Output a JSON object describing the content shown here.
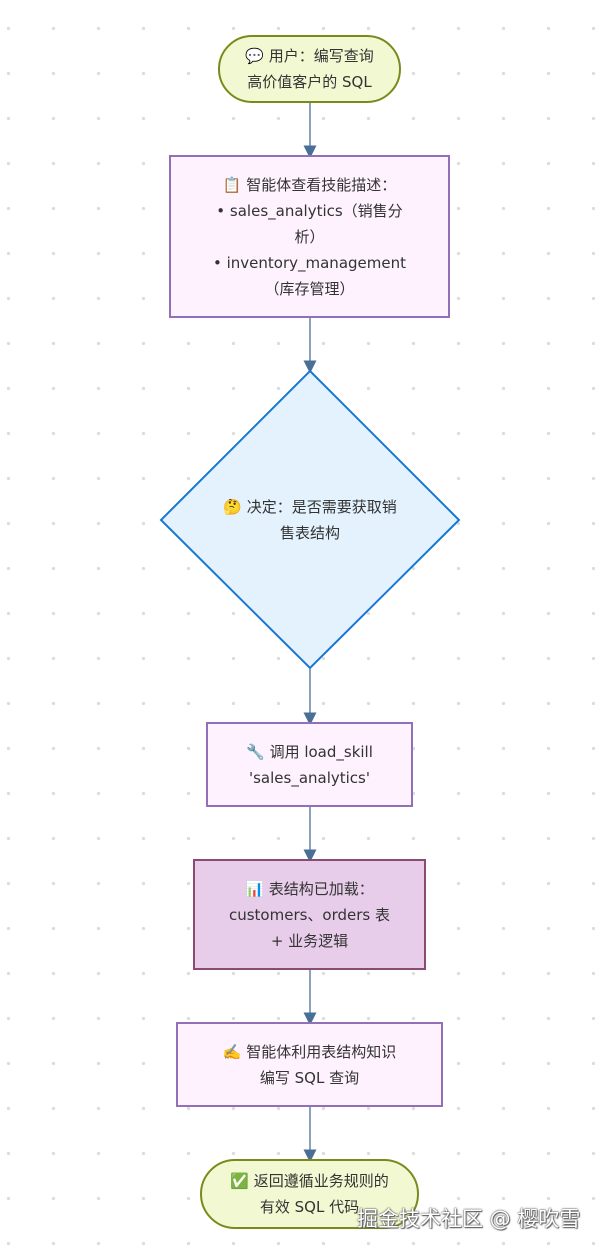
{
  "colors": {
    "edge": "#4a6f96",
    "terminal_fill": "#f2f8d2",
    "terminal_stroke": "#7a8a1a",
    "process_fill": "#fdf2fd",
    "process_stroke": "#9270b8",
    "decision_fill": "#e3f2fd",
    "decision_stroke": "#1976d2",
    "loaded_fill": "#e8cdeb",
    "loaded_stroke": "#8a4a72"
  },
  "nodes": {
    "start": {
      "icon": "💬",
      "lines": [
        "用户：编写查询",
        "高价值客户的 SQL"
      ]
    },
    "review": {
      "icon": "📋",
      "lines": [
        "智能体查看技能描述：",
        "• sales_analytics（销售分",
        "析）",
        "• inventory_management",
        "（库存管理）"
      ]
    },
    "decision": {
      "icon": "🤔",
      "lines": [
        "决定：是否需要获取销",
        "售表结构"
      ]
    },
    "load": {
      "icon": "🔧",
      "lines": [
        "调用 load_skill",
        "'sales_analytics'"
      ]
    },
    "loaded": {
      "icon": "📊",
      "lines": [
        "表结构已加载：",
        "customers、orders 表",
        "+ 业务逻辑"
      ]
    },
    "write": {
      "icon": "✍️",
      "lines": [
        "智能体利用表结构知识",
        "编写 SQL 查询"
      ]
    },
    "end": {
      "icon": "✅",
      "lines": [
        "返回遵循业务规则的",
        "有效 SQL 代码"
      ]
    }
  },
  "watermark": "掘金技术社区 @ 樱吹雪"
}
